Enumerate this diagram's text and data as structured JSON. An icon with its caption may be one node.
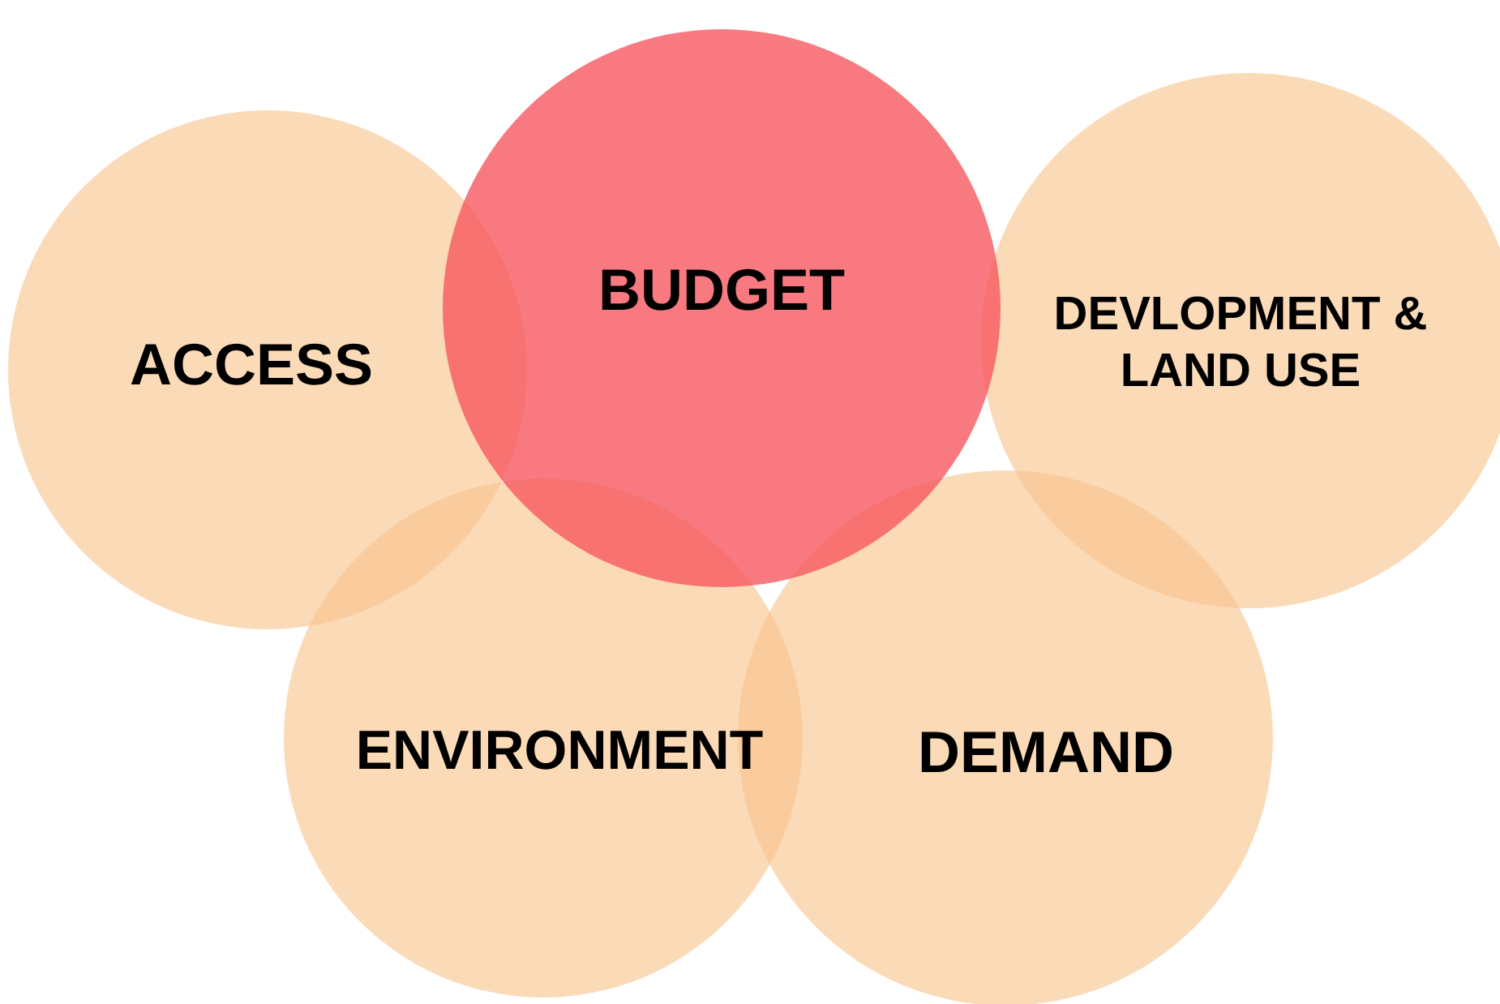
{
  "diagram": {
    "nodes": [
      {
        "text": [
          "BUDGET"
        ]
      },
      {
        "text": [
          "ACCESS"
        ]
      },
      {
        "text": [
          "DEVLOPMENT & LAND USE"
        ]
      },
      {
        "text": [
          "ENVIRONMENT"
        ]
      },
      {
        "text": [
          "DEMAND"
        ]
      }
    ]
  }
}
